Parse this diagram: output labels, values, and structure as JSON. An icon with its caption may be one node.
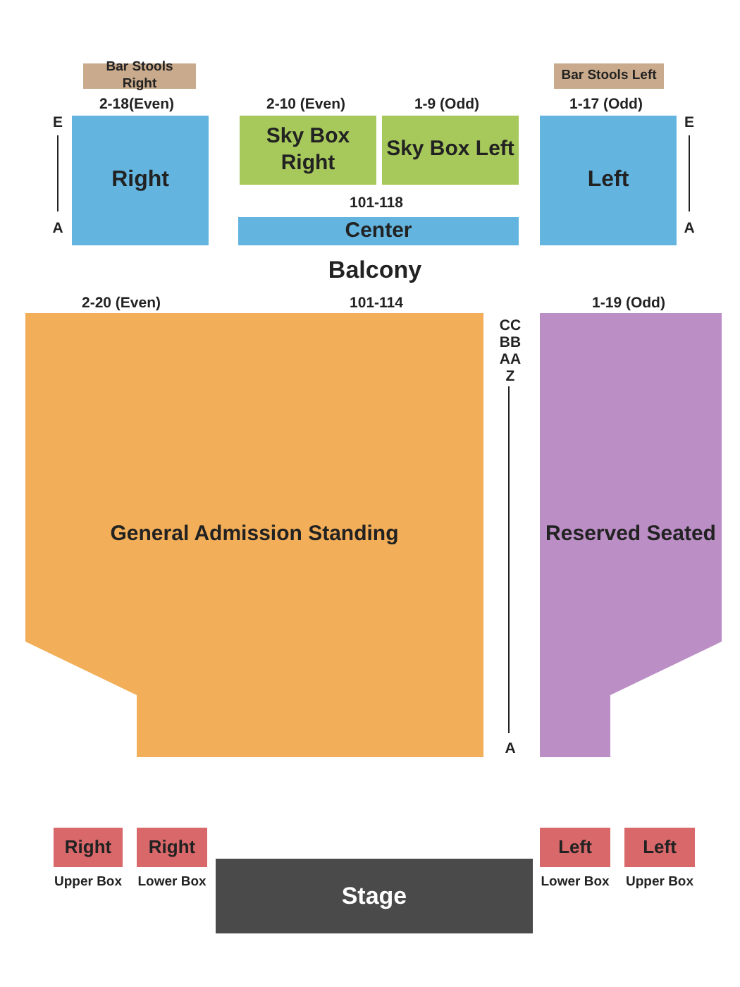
{
  "diagram": {
    "nodes": [
      {
        "text": [
          "Bar Stools Right"
        ]
      },
      {
        "text": [
          "Bar Stools Left"
        ]
      },
      {
        "text": [
          "Right"
        ]
      },
      {
        "text": [
          "Sky Box Right"
        ]
      },
      {
        "text": [
          "Sky Box Left"
        ]
      },
      {
        "text": [
          "Left"
        ]
      },
      {
        "text": [
          "Center"
        ]
      },
      {
        "text": [
          "General Admission Standing"
        ]
      },
      {
        "text": [
          "Reserved Seated"
        ]
      },
      {
        "text": [
          "Right"
        ],
        "beside": [
          "Upper Box"
        ]
      },
      {
        "text": [
          "Right"
        ],
        "beside": [
          "Lower Box"
        ]
      },
      {
        "text": [
          "Left"
        ],
        "beside": [
          "Lower Box"
        ]
      },
      {
        "text": [
          "Left"
        ],
        "beside": [
          "Upper Box"
        ]
      },
      {
        "text": [
          "Stage"
        ]
      }
    ],
    "edges": [],
    "labels": [
      "2-18(Even)",
      "2-10 (Even)",
      "1-9 (Odd)",
      "1-17 (Odd)",
      "E",
      "E",
      "101-118",
      "A",
      "A",
      "Balcony",
      "2-20 (Even)",
      "101-114",
      "1-19 (Odd)",
      "CC",
      "BB",
      "AA",
      "Z",
      "A"
    ]
  }
}
